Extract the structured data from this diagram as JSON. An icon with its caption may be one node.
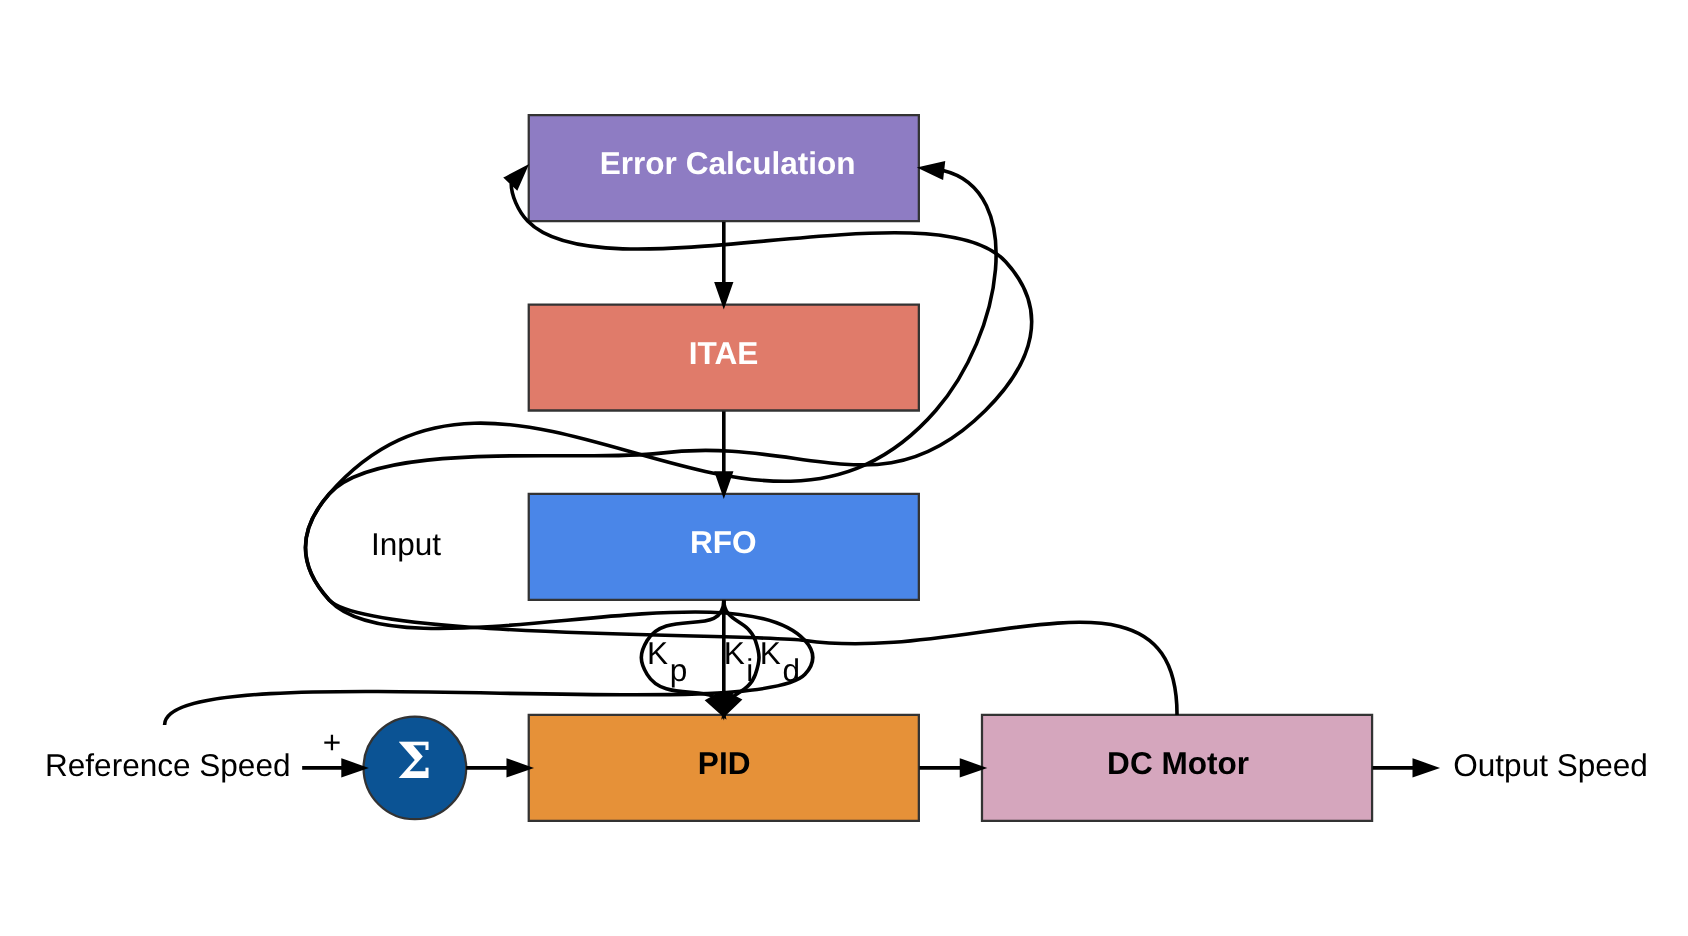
{
  "diagram": {
    "nodes": [
      {
        "text": [
          "Error Calculation"
        ]
      },
      {
        "text": [
          "ITAE"
        ]
      },
      {
        "text": [
          "RFO"
        ],
        "beside": [
          "Input"
        ]
      },
      {
        "text": [
          "PID"
        ]
      },
      {
        "text": [
          "DC Motor"
        ]
      },
      {
        "text": [
          "Σ"
        ]
      },
      {
        "text": [
          "Reference Speed"
        ]
      },
      {
        "text": [
          "Output Speed"
        ]
      }
    ],
    "edges": [
      {
        "from": 0,
        "to": 1,
        "arrow": "to"
      },
      {
        "from": 1,
        "to": 2,
        "arrow": "to"
      },
      {
        "from": 2,
        "to": 3,
        "arrow": "to",
        "label": "K$_{p}$"
      },
      {
        "from": 2,
        "to": 3,
        "arrow": "to",
        "label": "K$_{i}$"
      },
      {
        "from": 2,
        "to": 3,
        "arrow": "to",
        "label": "K$_{d}$"
      },
      {
        "from": 6,
        "to": 5,
        "arrow": "to",
        "label": "+"
      },
      {
        "from": 5,
        "to": 3,
        "arrow": "to"
      },
      {
        "from": 3,
        "to": 4,
        "arrow": "to"
      },
      {
        "from": 4,
        "to": 7,
        "arrow": "to"
      },
      {
        "from": 4,
        "to": 0,
        "arrow": "to"
      },
      {
        "from": 6,
        "to": 0,
        "arrow": "to"
      }
    ]
  }
}
